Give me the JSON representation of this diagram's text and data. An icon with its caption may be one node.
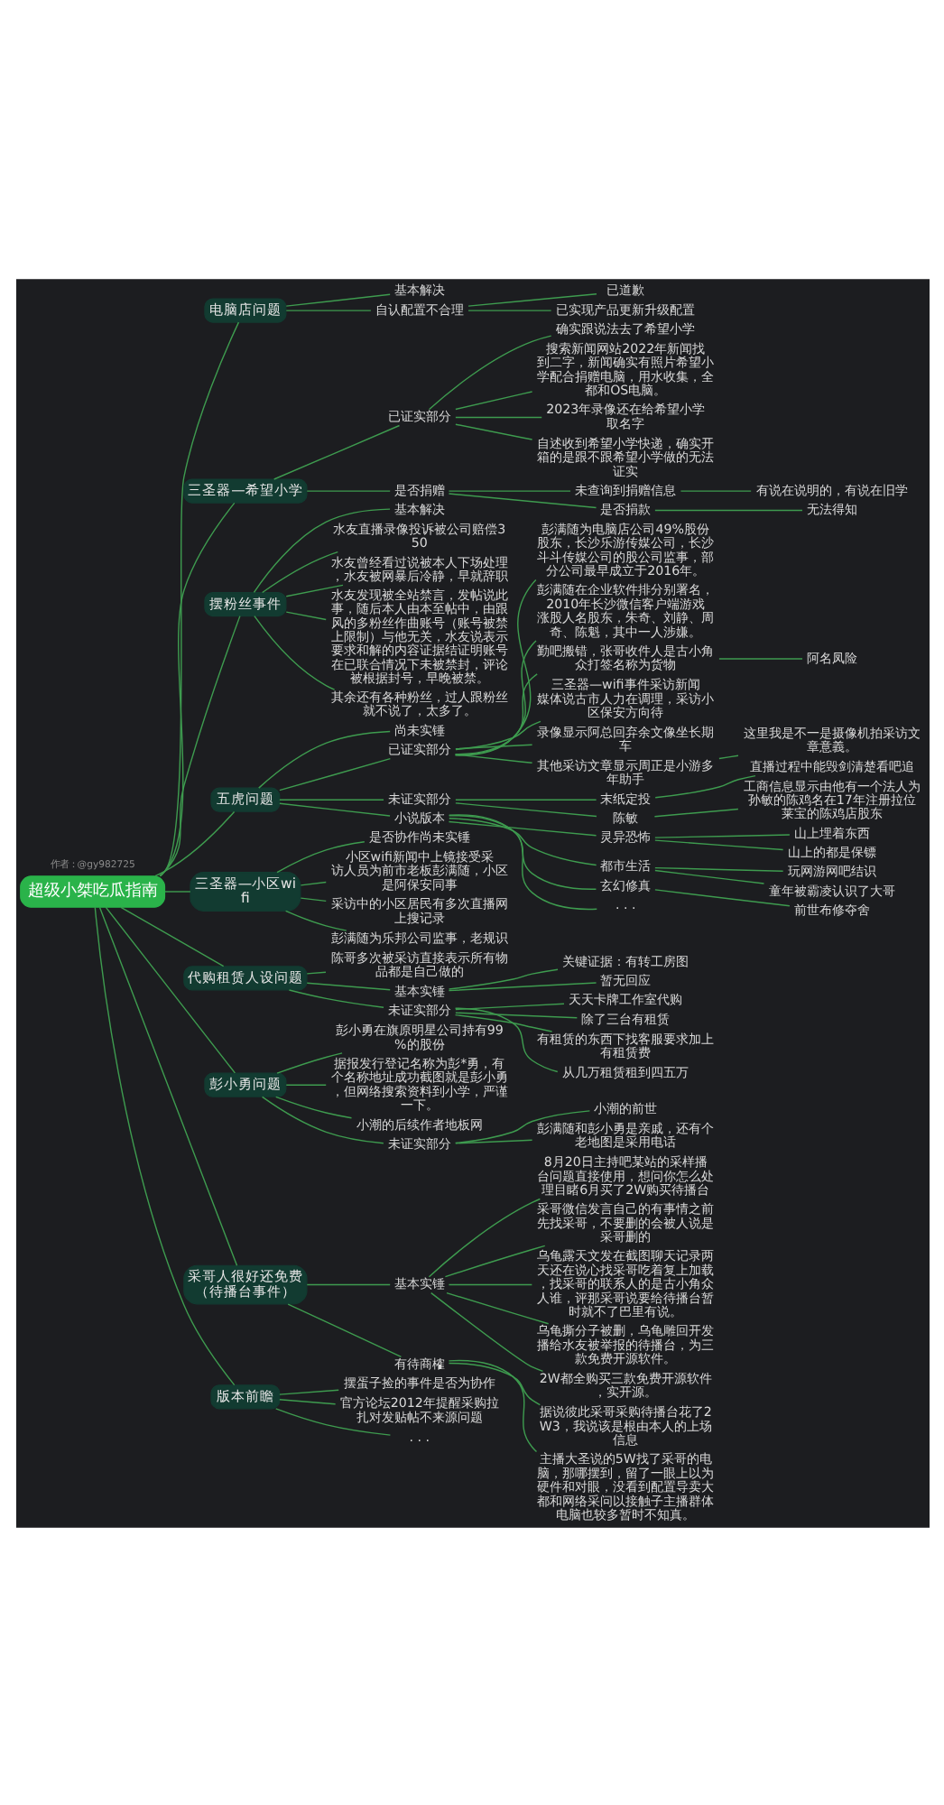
{
  "diagram": {
    "nodes": [
      {
        "text": [
          "超级小桀吃瓜指南"
        ]
      },
      {
        "text": [
          "电脑店问题"
        ]
      },
      {
        "text": [
          "基本解决"
        ]
      },
      {
        "text": [
          "自认配置不合理"
        ]
      },
      {
        "text": [
          "已道歉"
        ]
      },
      {
        "text": [
          "已实现产品更新升级配置"
        ]
      },
      {
        "text": [
          "三圣器—希望小学"
        ]
      },
      {
        "text": [
          "已证实部分"
        ]
      },
      {
        "text": [
          "确实跟说法去了希望小学"
        ]
      },
      {
        "text": [
          "搜索新闻网站2022年新闻找到二字，新闻确实有照片希望小学配合捐赠电脑，用水收集，全都和OS电脑。"
        ]
      },
      {
        "text": [
          "2023年录像还在给希望小学取名字"
        ]
      },
      {
        "text": [
          "自述收到希望小学快递，确实开箱的是跟不跟希望小学做的无法证实"
        ]
      },
      {
        "text": [
          "是否捐赠"
        ]
      },
      {
        "text": [
          "未查询到捐赠信息"
        ]
      },
      {
        "text": [
          "有说在说明的，有说在旧学"
        ]
      },
      {
        "text": [
          "是否捐款"
        ]
      },
      {
        "text": [
          "无法得知"
        ]
      },
      {
        "text": [
          "摆粉丝事件"
        ]
      },
      {
        "text": [
          "基本解决"
        ]
      },
      {
        "text": [
          "水友直播录像投诉被公司赔偿350"
        ]
      },
      {
        "text": [
          "水友曾经看过说被本人下场处理，水友被网暴后冷静，早就辞职"
        ]
      },
      {
        "text": [
          "水友发现被全站禁言，发帖说此事，随后本人由本至帖中，由跟风的多粉丝作曲账号（账号被禁上限制）与他无关，水友说表示要求和解的内容证据结证明账号在已联合情况下未被禁封，评论被根据封号，早晚被禁。"
        ]
      },
      {
        "text": [
          "其余还有各种粉丝，过人跟粉丝就不说了，太多了。"
        ]
      },
      {
        "text": [
          "五虎问题"
        ]
      },
      {
        "text": [
          "尚未实锤"
        ]
      },
      {
        "text": [
          "已证实部分"
        ]
      },
      {
        "text": [
          "彭满随为电脑店公司49%股份股东，长沙乐游传媒公司，长沙斗斗传媒公司的股公司监事，部分公司最早成立于2016年。"
        ]
      },
      {
        "text": [
          "彭满随在企业软件排分别署名，2010年长沙微信客户端游戏涨股人名股东，朱奇、刘静、周奇、陈魁，其中一人涉嫌。"
        ]
      },
      {
        "text": [
          "勤吧搬错，张哥收件人是古小角众打签名称为货物"
        ]
      },
      {
        "text": [
          "阿名凤险"
        ]
      },
      {
        "text": [
          "三圣器—wifi事件采访新闻媒体说古市人力在调理，采访小区保安方向待"
        ]
      },
      {
        "text": [
          "录像显示阿总回弃余文像坐长期车"
        ]
      },
      {
        "text": [
          "其他采访文章显示周正是小游多年助手"
        ]
      },
      {
        "text": [
          "这里我是不一是摄像机拍采访文章意義。"
        ]
      },
      {
        "text": [
          "未证实部分"
        ]
      },
      {
        "text": [
          "末纸定投"
        ]
      },
      {
        "text": [
          "直播过程中能毁剑清楚看吧追"
        ]
      },
      {
        "text": [
          "陈敏"
        ]
      },
      {
        "text": [
          "工商信息显示由他有一个法人为孙敏的陈鸡名在17年注册拉位莱宝的陈鸡店股东"
        ]
      },
      {
        "text": [
          "小说版本"
        ]
      },
      {
        "text": [
          "灵异恐怖"
        ]
      },
      {
        "text": [
          "山上埋着东西"
        ]
      },
      {
        "text": [
          "山上的都是保镖"
        ]
      },
      {
        "text": [
          "都市生活"
        ]
      },
      {
        "text": [
          "玩网游网吧结识"
        ]
      },
      {
        "text": [
          "童年被霸凌认识了大哥"
        ]
      },
      {
        "text": [
          "玄幻修真"
        ]
      },
      {
        "text": [
          "前世布修夺舍"
        ]
      },
      {
        "text": [
          ". . ."
        ]
      },
      {
        "text": [
          "三圣器—小区wifi"
        ]
      },
      {
        "text": [
          "是否协作尚未实锤"
        ]
      },
      {
        "text": [
          "小区wifi新闻中上镜接受采访人员为前市老板彭满随，小区是阿保安同事"
        ]
      },
      {
        "text": [
          "采访中的小区居民有多次直播网上搜记录"
        ]
      },
      {
        "text": [
          "彭满随为乐邦公司监事，老规识"
        ]
      },
      {
        "text": [
          "代购租赁人设问题"
        ]
      },
      {
        "text": [
          "陈哥多次被采访直接表示所有物品都是自己做的"
        ]
      },
      {
        "text": [
          "基本实锤"
        ]
      },
      {
        "text": [
          "关键证据：有转工房图"
        ]
      },
      {
        "text": [
          "暂无回应"
        ]
      },
      {
        "text": [
          "未证实部分"
        ]
      },
      {
        "text": [
          "天天卡牌工作室代购"
        ]
      },
      {
        "text": [
          "除了三台有租赁"
        ]
      },
      {
        "text": [
          "有租赁的东西下找客服要求加上有租赁费"
        ]
      },
      {
        "text": [
          "从几万租赁租到四五万"
        ]
      },
      {
        "text": [
          "彭小勇问题"
        ]
      },
      {
        "text": [
          "彭小勇在旗原明星公司持有99%的股份"
        ]
      },
      {
        "text": [
          "据报发行登记名称为彭*勇，有个名称地址成功截图就是彭小勇，但网络搜索资料到小学，严谨一下。"
        ]
      },
      {
        "text": [
          "小潮的后续作者地板网"
        ]
      },
      {
        "text": [
          "未证实部分"
        ]
      },
      {
        "text": [
          "小潮的前世"
        ]
      },
      {
        "text": [
          "彭满随和彭小勇是亲戚，还有个老地图是采用电话"
        ]
      },
      {
        "text": [
          "采哥人很好还免费（待播台事件）"
        ]
      },
      {
        "text": [
          "基本实锤"
        ]
      },
      {
        "text": [
          "8月20日主持吧某站的采样播台问题直接使用，想问你怎么处理目睹6月买了2W购买待播台"
        ]
      },
      {
        "text": [
          "采哥微信发言自己的有事情之前先找采哥，不要删的会被人说是采哥删的"
        ]
      },
      {
        "text": [
          "乌龟露天文发在截图聊天记录两天还在说心找采哥吃着复上加载，找采哥的联系人的是古小角众人谁，评那采哥说要给待播台暂时就不了巴里有说。"
        ]
      },
      {
        "text": [
          "乌龟撕分子被删，乌龟雕回开发播给水友被举报的待播台，为三款免费开源软件。"
        ]
      },
      {
        "text": [
          "2W都全购买三款免费开源软件，实开源。"
        ]
      },
      {
        "text": [
          "有待商榷"
        ]
      },
      {
        "text": [
          "据说彼此采哥采购待播台花了2W3，我说该是根由本人的上场信息"
        ]
      },
      {
        "text": [
          "主播大圣说的5W找了采哥的电脑，那哪摆到，留了一眼上以为硬件和对眼，没看到配置导卖大都和网络采问以接触子主播群体电脑也较多暂时不知真。"
        ]
      },
      {
        "text": [
          "版本前瞻"
        ]
      },
      {
        "text": [
          "摆蛋子捡的事件是否为协作"
        ]
      },
      {
        "text": [
          "官方论坛2012年提醒采购拉扎对发贴帖不来源问题"
        ]
      },
      {
        "text": [
          ". . ."
        ]
      }
    ],
    "edges": [
      {
        "from": 0,
        "to": 1,
        "arrow": "none"
      },
      {
        "from": 1,
        "to": 2,
        "arrow": "none"
      },
      {
        "from": 1,
        "to": 3,
        "arrow": "none"
      },
      {
        "from": 3,
        "to": 4,
        "arrow": "none"
      },
      {
        "from": 3,
        "to": 5,
        "arrow": "none"
      },
      {
        "from": 0,
        "to": 6,
        "arrow": "none"
      },
      {
        "from": 6,
        "to": 7,
        "arrow": "none"
      },
      {
        "from": 7,
        "to": 8,
        "arrow": "none"
      },
      {
        "from": 7,
        "to": 9,
        "arrow": "none"
      },
      {
        "from": 7,
        "to": 10,
        "arrow": "none"
      },
      {
        "from": 7,
        "to": 11,
        "arrow": "none"
      },
      {
        "from": 6,
        "to": 12,
        "arrow": "none"
      },
      {
        "from": 12,
        "to": 13,
        "arrow": "none"
      },
      {
        "from": 13,
        "to": 14,
        "arrow": "none"
      },
      {
        "from": 12,
        "to": 15,
        "arrow": "none"
      },
      {
        "from": 15,
        "to": 16,
        "arrow": "none"
      },
      {
        "from": 0,
        "to": 17,
        "arrow": "none"
      },
      {
        "from": 17,
        "to": 18,
        "arrow": "none"
      },
      {
        "from": 17,
        "to": 19,
        "arrow": "none"
      },
      {
        "from": 17,
        "to": 20,
        "arrow": "none"
      },
      {
        "from": 17,
        "to": 21,
        "arrow": "none"
      },
      {
        "from": 17,
        "to": 22,
        "arrow": "none"
      },
      {
        "from": 0,
        "to": 23,
        "arrow": "none"
      },
      {
        "from": 23,
        "to": 24,
        "arrow": "none"
      },
      {
        "from": 23,
        "to": 25,
        "arrow": "none"
      },
      {
        "from": 25,
        "to": 26,
        "arrow": "none"
      },
      {
        "from": 25,
        "to": 27,
        "arrow": "none"
      },
      {
        "from": 25,
        "to": 28,
        "arrow": "none"
      },
      {
        "from": 28,
        "to": 29,
        "arrow": "none"
      },
      {
        "from": 25,
        "to": 30,
        "arrow": "none"
      },
      {
        "from": 25,
        "to": 31,
        "arrow": "none"
      },
      {
        "from": 25,
        "to": 32,
        "arrow": "none"
      },
      {
        "from": 32,
        "to": 33,
        "arrow": "none"
      },
      {
        "from": 23,
        "to": 34,
        "arrow": "none"
      },
      {
        "from": 34,
        "to": 35,
        "arrow": "none"
      },
      {
        "from": 35,
        "to": 36,
        "arrow": "none"
      },
      {
        "from": 34,
        "to": 37,
        "arrow": "none"
      },
      {
        "from": 37,
        "to": 38,
        "arrow": "none"
      },
      {
        "from": 23,
        "to": 39,
        "arrow": "none"
      },
      {
        "from": 39,
        "to": 40,
        "arrow": "none"
      },
      {
        "from": 40,
        "to": 41,
        "arrow": "none"
      },
      {
        "from": 40,
        "to": 42,
        "arrow": "none"
      },
      {
        "from": 39,
        "to": 43,
        "arrow": "none"
      },
      {
        "from": 43,
        "to": 44,
        "arrow": "none"
      },
      {
        "from": 43,
        "to": 45,
        "arrow": "none"
      },
      {
        "from": 39,
        "to": 46,
        "arrow": "none"
      },
      {
        "from": 46,
        "to": 47,
        "arrow": "none"
      },
      {
        "from": 39,
        "to": 48,
        "arrow": "none"
      },
      {
        "from": 0,
        "to": 49,
        "arrow": "none"
      },
      {
        "from": 49,
        "to": 50,
        "arrow": "none"
      },
      {
        "from": 49,
        "to": 51,
        "arrow": "none"
      },
      {
        "from": 49,
        "to": 52,
        "arrow": "none"
      },
      {
        "from": 49,
        "to": 53,
        "arrow": "none"
      },
      {
        "from": 0,
        "to": 54,
        "arrow": "none"
      },
      {
        "from": 54,
        "to": 55,
        "arrow": "none"
      },
      {
        "from": 54,
        "to": 56,
        "arrow": "none"
      },
      {
        "from": 56,
        "to": 57,
        "arrow": "none"
      },
      {
        "from": 56,
        "to": 58,
        "arrow": "none"
      },
      {
        "from": 54,
        "to": 59,
        "arrow": "none"
      },
      {
        "from": 59,
        "to": 60,
        "arrow": "none"
      },
      {
        "from": 59,
        "to": 61,
        "arrow": "none"
      },
      {
        "from": 59,
        "to": 62,
        "arrow": "none"
      },
      {
        "from": 59,
        "to": 63,
        "arrow": "none"
      },
      {
        "from": 0,
        "to": 64,
        "arrow": "none"
      },
      {
        "from": 64,
        "to": 65,
        "arrow": "none"
      },
      {
        "from": 64,
        "to": 66,
        "arrow": "none"
      },
      {
        "from": 64,
        "to": 67,
        "arrow": "none"
      },
      {
        "from": 64,
        "to": 68,
        "arrow": "none"
      },
      {
        "from": 68,
        "to": 69,
        "arrow": "none"
      },
      {
        "from": 68,
        "to": 70,
        "arrow": "none"
      },
      {
        "from": 0,
        "to": 71,
        "arrow": "none"
      },
      {
        "from": 71,
        "to": 72,
        "arrow": "none"
      },
      {
        "from": 72,
        "to": 73,
        "arrow": "none"
      },
      {
        "from": 72,
        "to": 74,
        "arrow": "none"
      },
      {
        "from": 72,
        "to": 75,
        "arrow": "none"
      },
      {
        "from": 72,
        "to": 76,
        "arrow": "none"
      },
      {
        "from": 72,
        "to": 77,
        "arrow": "none"
      },
      {
        "from": 71,
        "to": 78,
        "arrow": "none"
      },
      {
        "from": 78,
        "to": 79,
        "arrow": "none"
      },
      {
        "from": 78,
        "to": 80,
        "arrow": "none"
      },
      {
        "from": 0,
        "to": 81,
        "arrow": "none"
      },
      {
        "from": 81,
        "to": 82,
        "arrow": "none"
      },
      {
        "from": 81,
        "to": 83,
        "arrow": "none"
      },
      {
        "from": 81,
        "to": 84,
        "arrow": "none"
      }
    ],
    "labels": [
      "作者：@gy982725"
    ]
  }
}
